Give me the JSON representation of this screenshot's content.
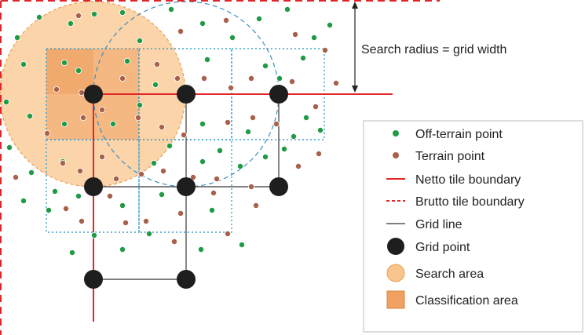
{
  "annotation": {
    "search_radius_label": "Search radius  = grid width"
  },
  "legend": {
    "items": [
      {
        "key": "off_terrain",
        "label": "Off-terrain point",
        "color": "#1f9a45"
      },
      {
        "key": "terrain",
        "label": "Terrain point",
        "color": "#a8604a"
      },
      {
        "key": "netto",
        "label": "Netto tile boundary",
        "color": "#e0262a"
      },
      {
        "key": "brutto",
        "label": "Brutto tile boundary",
        "color": "#e0262a"
      },
      {
        "key": "grid_line",
        "label": "Grid line",
        "color": "#555555"
      },
      {
        "key": "grid_point",
        "label": "Grid point",
        "color": "#1e1e1e"
      },
      {
        "key": "search_area",
        "label": "Search area",
        "color": "#f9c58e"
      },
      {
        "key": "classification_area",
        "label": "Classification area",
        "color": "#f0a060"
      }
    ]
  },
  "colors": {
    "off_terrain": "#1f9a45",
    "terrain": "#a8604a",
    "boundary": "#e0262a",
    "grid_line": "#555555",
    "grid_point": "#1e1e1e",
    "search_area": "#f9c58e",
    "search_area_stroke": "#e8a050",
    "classification_area": "#f0a060",
    "search_circle_dashed": "#3a8fc0",
    "tile_dotted": "#3a9fd0"
  }
}
